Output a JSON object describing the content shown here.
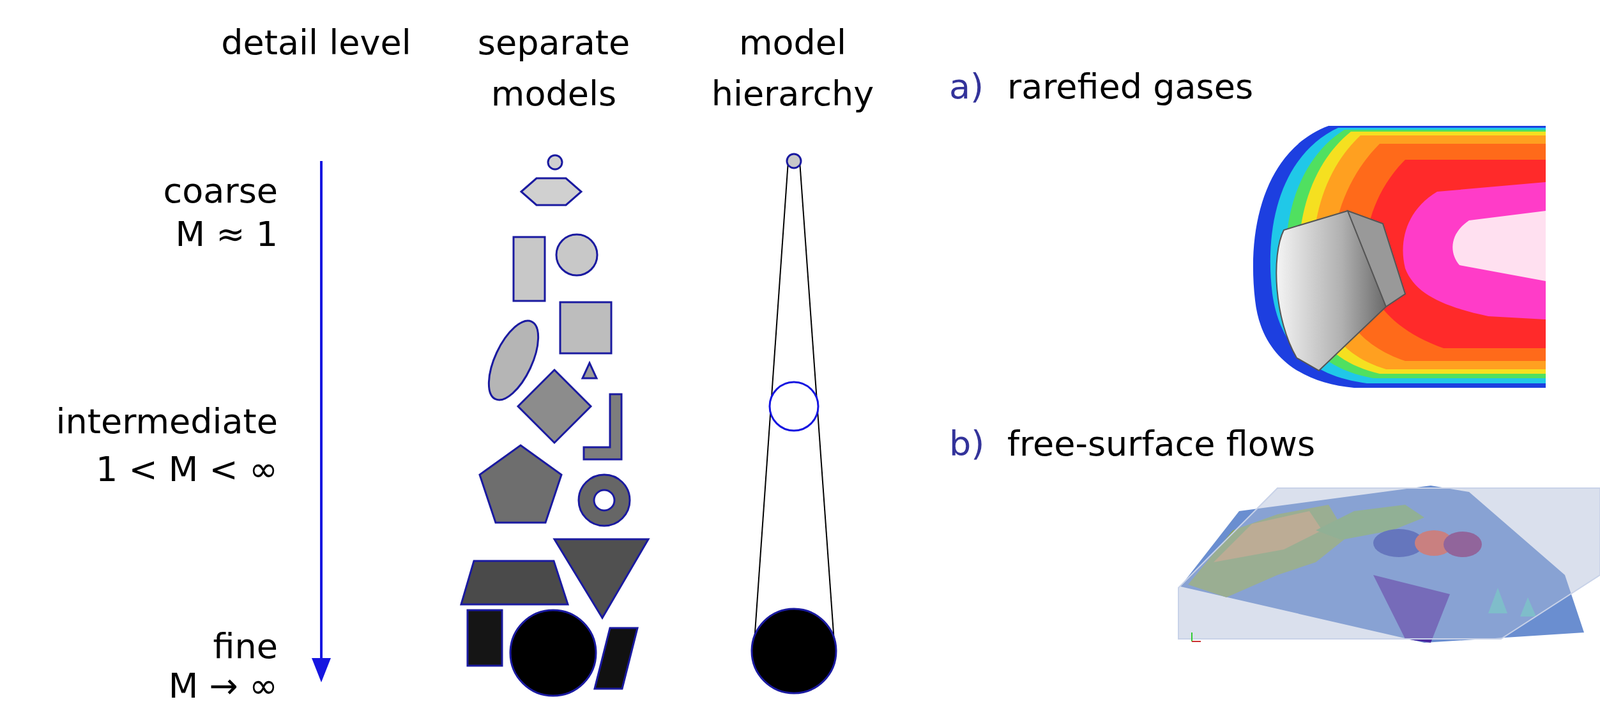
{
  "diagram": {
    "labels": [
      "detail level",
      "separate models",
      "model hierarchy",
      "coarse",
      "M ≈ 1",
      "intermediate",
      "1 < M < ∞",
      "fine",
      "M → ∞",
      "a)",
      "rarefied gases",
      "b)",
      "free-surface flows"
    ]
  }
}
